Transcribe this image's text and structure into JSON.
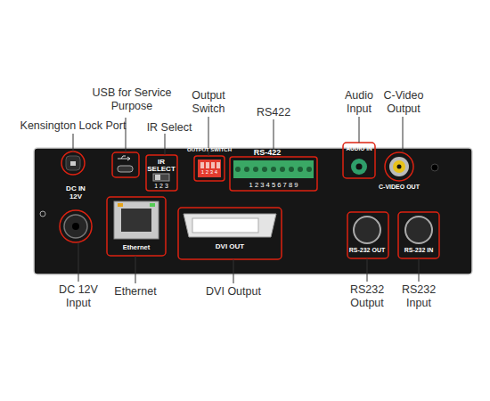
{
  "diagram": {
    "labels": [
      "Kensington Lock Port",
      "USB for Service Purpose",
      "IR Select",
      "Output Switch",
      "RS422",
      "Audio Input",
      "C-Video Output",
      "OUTPUT SWITCH",
      "RS-422",
      "AUDIO IN",
      "IR",
      "SELECT",
      "1 2 3 4",
      "1 2 3",
      "1 2 3 4 5 6 7 8 9",
      "C-VIDEO OUT",
      "DC IN",
      "12V",
      "Ethernet",
      "DVI OUT",
      "RS-232 OUT",
      "RS-232 IN",
      "DC 12V Input",
      "Ethernet",
      "DVI Output",
      "RS232 Output",
      "RS232 Input"
    ]
  }
}
